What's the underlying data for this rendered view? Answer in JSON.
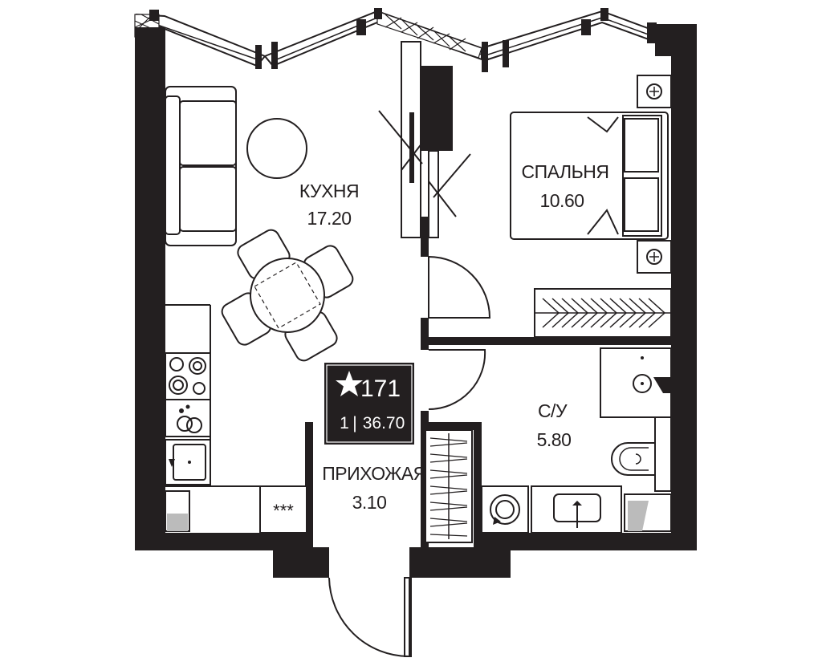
{
  "rooms": {
    "kitchen": {
      "name": "КУХНЯ",
      "area": "17.20"
    },
    "bedroom": {
      "name": "СПАЛЬНЯ",
      "area": "10.60"
    },
    "bathroom": {
      "name": "С/У",
      "area": "5.80"
    },
    "hallway": {
      "name": "ПРИХОЖАЯ",
      "area": "3.10"
    }
  },
  "badge": {
    "number": "171",
    "rooms": "1",
    "separator": "|",
    "total_area": "36.70",
    "icon": "star-icon"
  },
  "storage_marks": "***",
  "colors": {
    "walls": "#231f20",
    "badge_bg": "#231f20",
    "background": "#ffffff"
  }
}
